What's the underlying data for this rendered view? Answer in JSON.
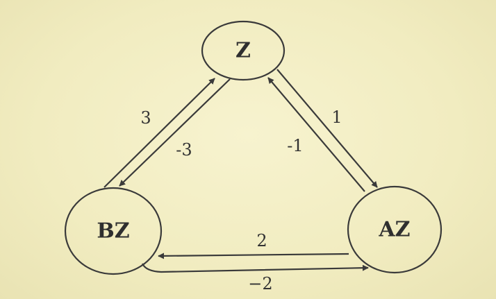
{
  "nodes": {
    "z": {
      "label": "Z"
    },
    "bz": {
      "label": "BZ"
    },
    "az": {
      "label": "AZ"
    }
  },
  "edges": {
    "bz_to_z": {
      "from": "BZ",
      "to": "Z",
      "label": "3"
    },
    "z_to_bz": {
      "from": "Z",
      "to": "BZ",
      "label": "-3"
    },
    "z_to_az": {
      "from": "Z",
      "to": "AZ",
      "label": "1"
    },
    "az_to_z": {
      "from": "AZ",
      "to": "Z",
      "label": "-1"
    },
    "az_to_bz": {
      "from": "AZ",
      "to": "BZ",
      "label": "2"
    },
    "bz_to_az": {
      "from": "BZ",
      "to": "AZ",
      "label": "−2"
    }
  },
  "colors": {
    "background": "#f3efc6",
    "ink": "#3a3a3a"
  }
}
